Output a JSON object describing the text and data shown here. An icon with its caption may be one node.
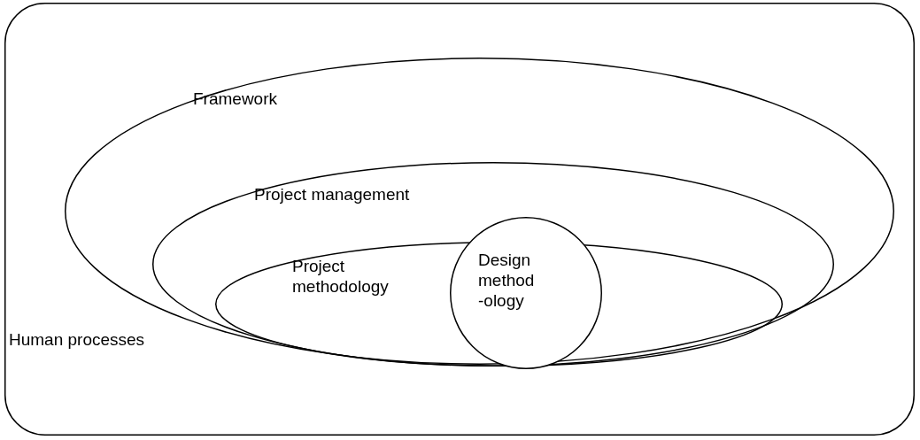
{
  "diagram": {
    "nodes": [
      {
        "text": [
          "Human processes"
        ]
      },
      {
        "text": [
          "Framework"
        ],
        "in": 0
      },
      {
        "text": [
          "Project management"
        ],
        "in": 1
      },
      {
        "text": [
          "Project methodology"
        ],
        "in": 2
      },
      {
        "text": [
          "Design method -ology"
        ],
        "in": 2
      }
    ]
  }
}
